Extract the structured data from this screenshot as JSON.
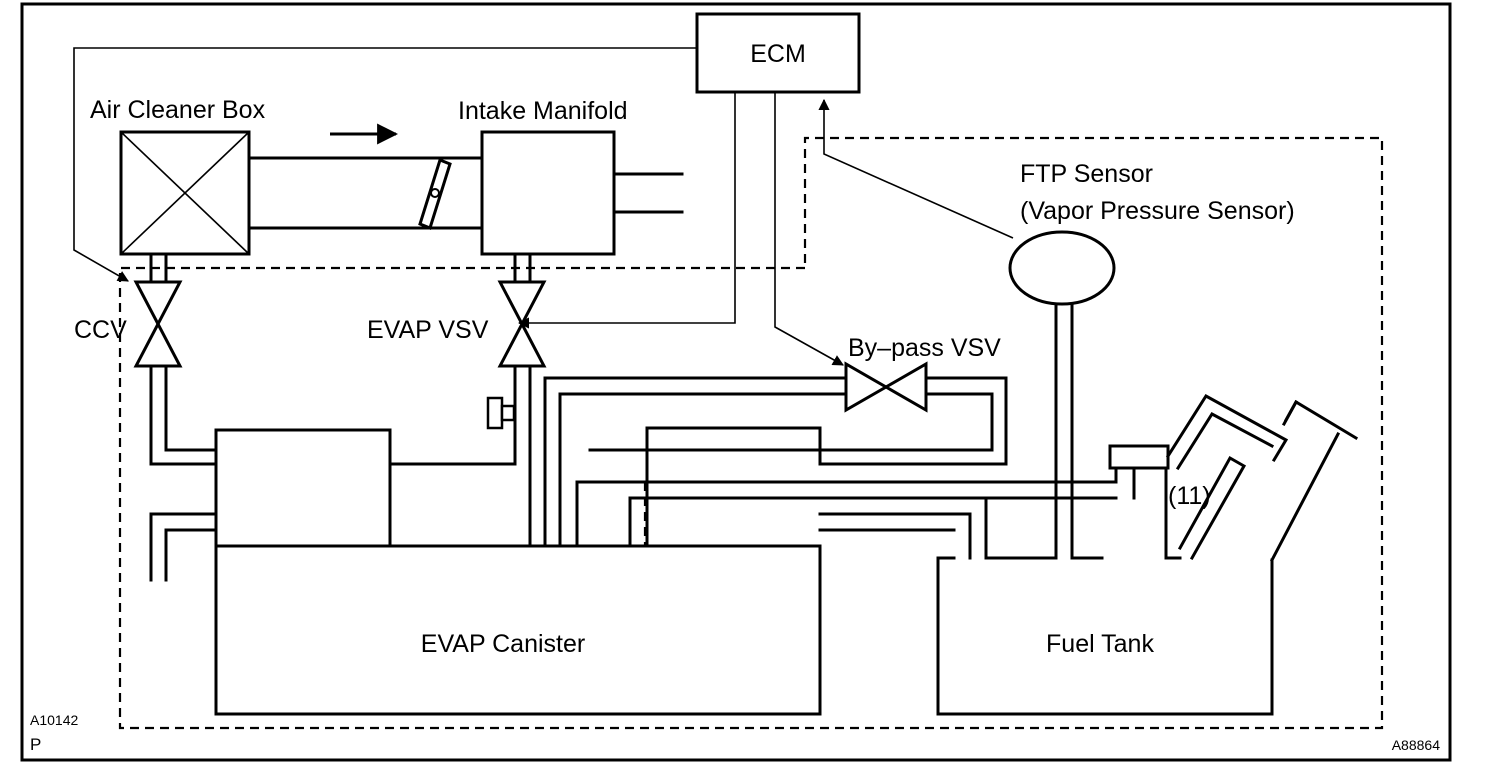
{
  "labels": {
    "ecm": "ECM",
    "air_cleaner_box": "Air Cleaner Box",
    "intake_manifold": "Intake Manifold",
    "ftp_sensor": "FTP Sensor",
    "ftp_sensor_sub": "(Vapor Pressure Sensor)",
    "ccv": "CCV",
    "evap_vsv": "EVAP VSV",
    "bypass_vsv": "By–pass VSV",
    "evap_canister": "EVAP Canister",
    "fuel_tank": "Fuel Tank",
    "callout_11": "(11)"
  },
  "codes": {
    "left_code": "A10142",
    "left_letter": "P",
    "right_code": "A88864"
  },
  "icons": {
    "flow": "flow-direction-arrow-icon",
    "ccv": "valve-icon",
    "evap_vsv": "valve-icon",
    "bypass_vsv": "valve-icon",
    "throttle": "throttle-valve-icon"
  }
}
